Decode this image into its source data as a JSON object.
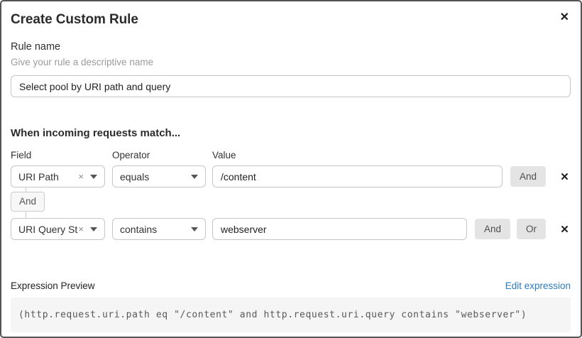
{
  "dialog": {
    "title": "Create Custom Rule"
  },
  "icons": {
    "close": "✕",
    "clear": "×",
    "delete_row": "✕"
  },
  "rule_name": {
    "label": "Rule name",
    "hint": "Give your rule a descriptive name",
    "value": "Select pool by URI path and query"
  },
  "matcher": {
    "heading": "When incoming requests match...",
    "column_labels": {
      "field": "Field",
      "operator": "Operator",
      "value": "Value"
    },
    "and_button_label": "And",
    "or_button_label": "Or",
    "connector_label": "And",
    "rows": [
      {
        "field": "URI Path",
        "operator": "equals",
        "value": "/content"
      },
      {
        "field": "URI Query St...",
        "operator": "contains",
        "value": "webserver"
      }
    ]
  },
  "expression": {
    "label": "Expression Preview",
    "edit_link": "Edit expression",
    "code": "(http.request.uri.path eq \"/content\" and http.request.uri.query contains \"webserver\")"
  },
  "colors": {
    "link_blue": "#2c7bbd",
    "button_gray": "#e4e4e4",
    "code_background": "#f5f5f5",
    "border_gray": "#c6c6c6"
  }
}
